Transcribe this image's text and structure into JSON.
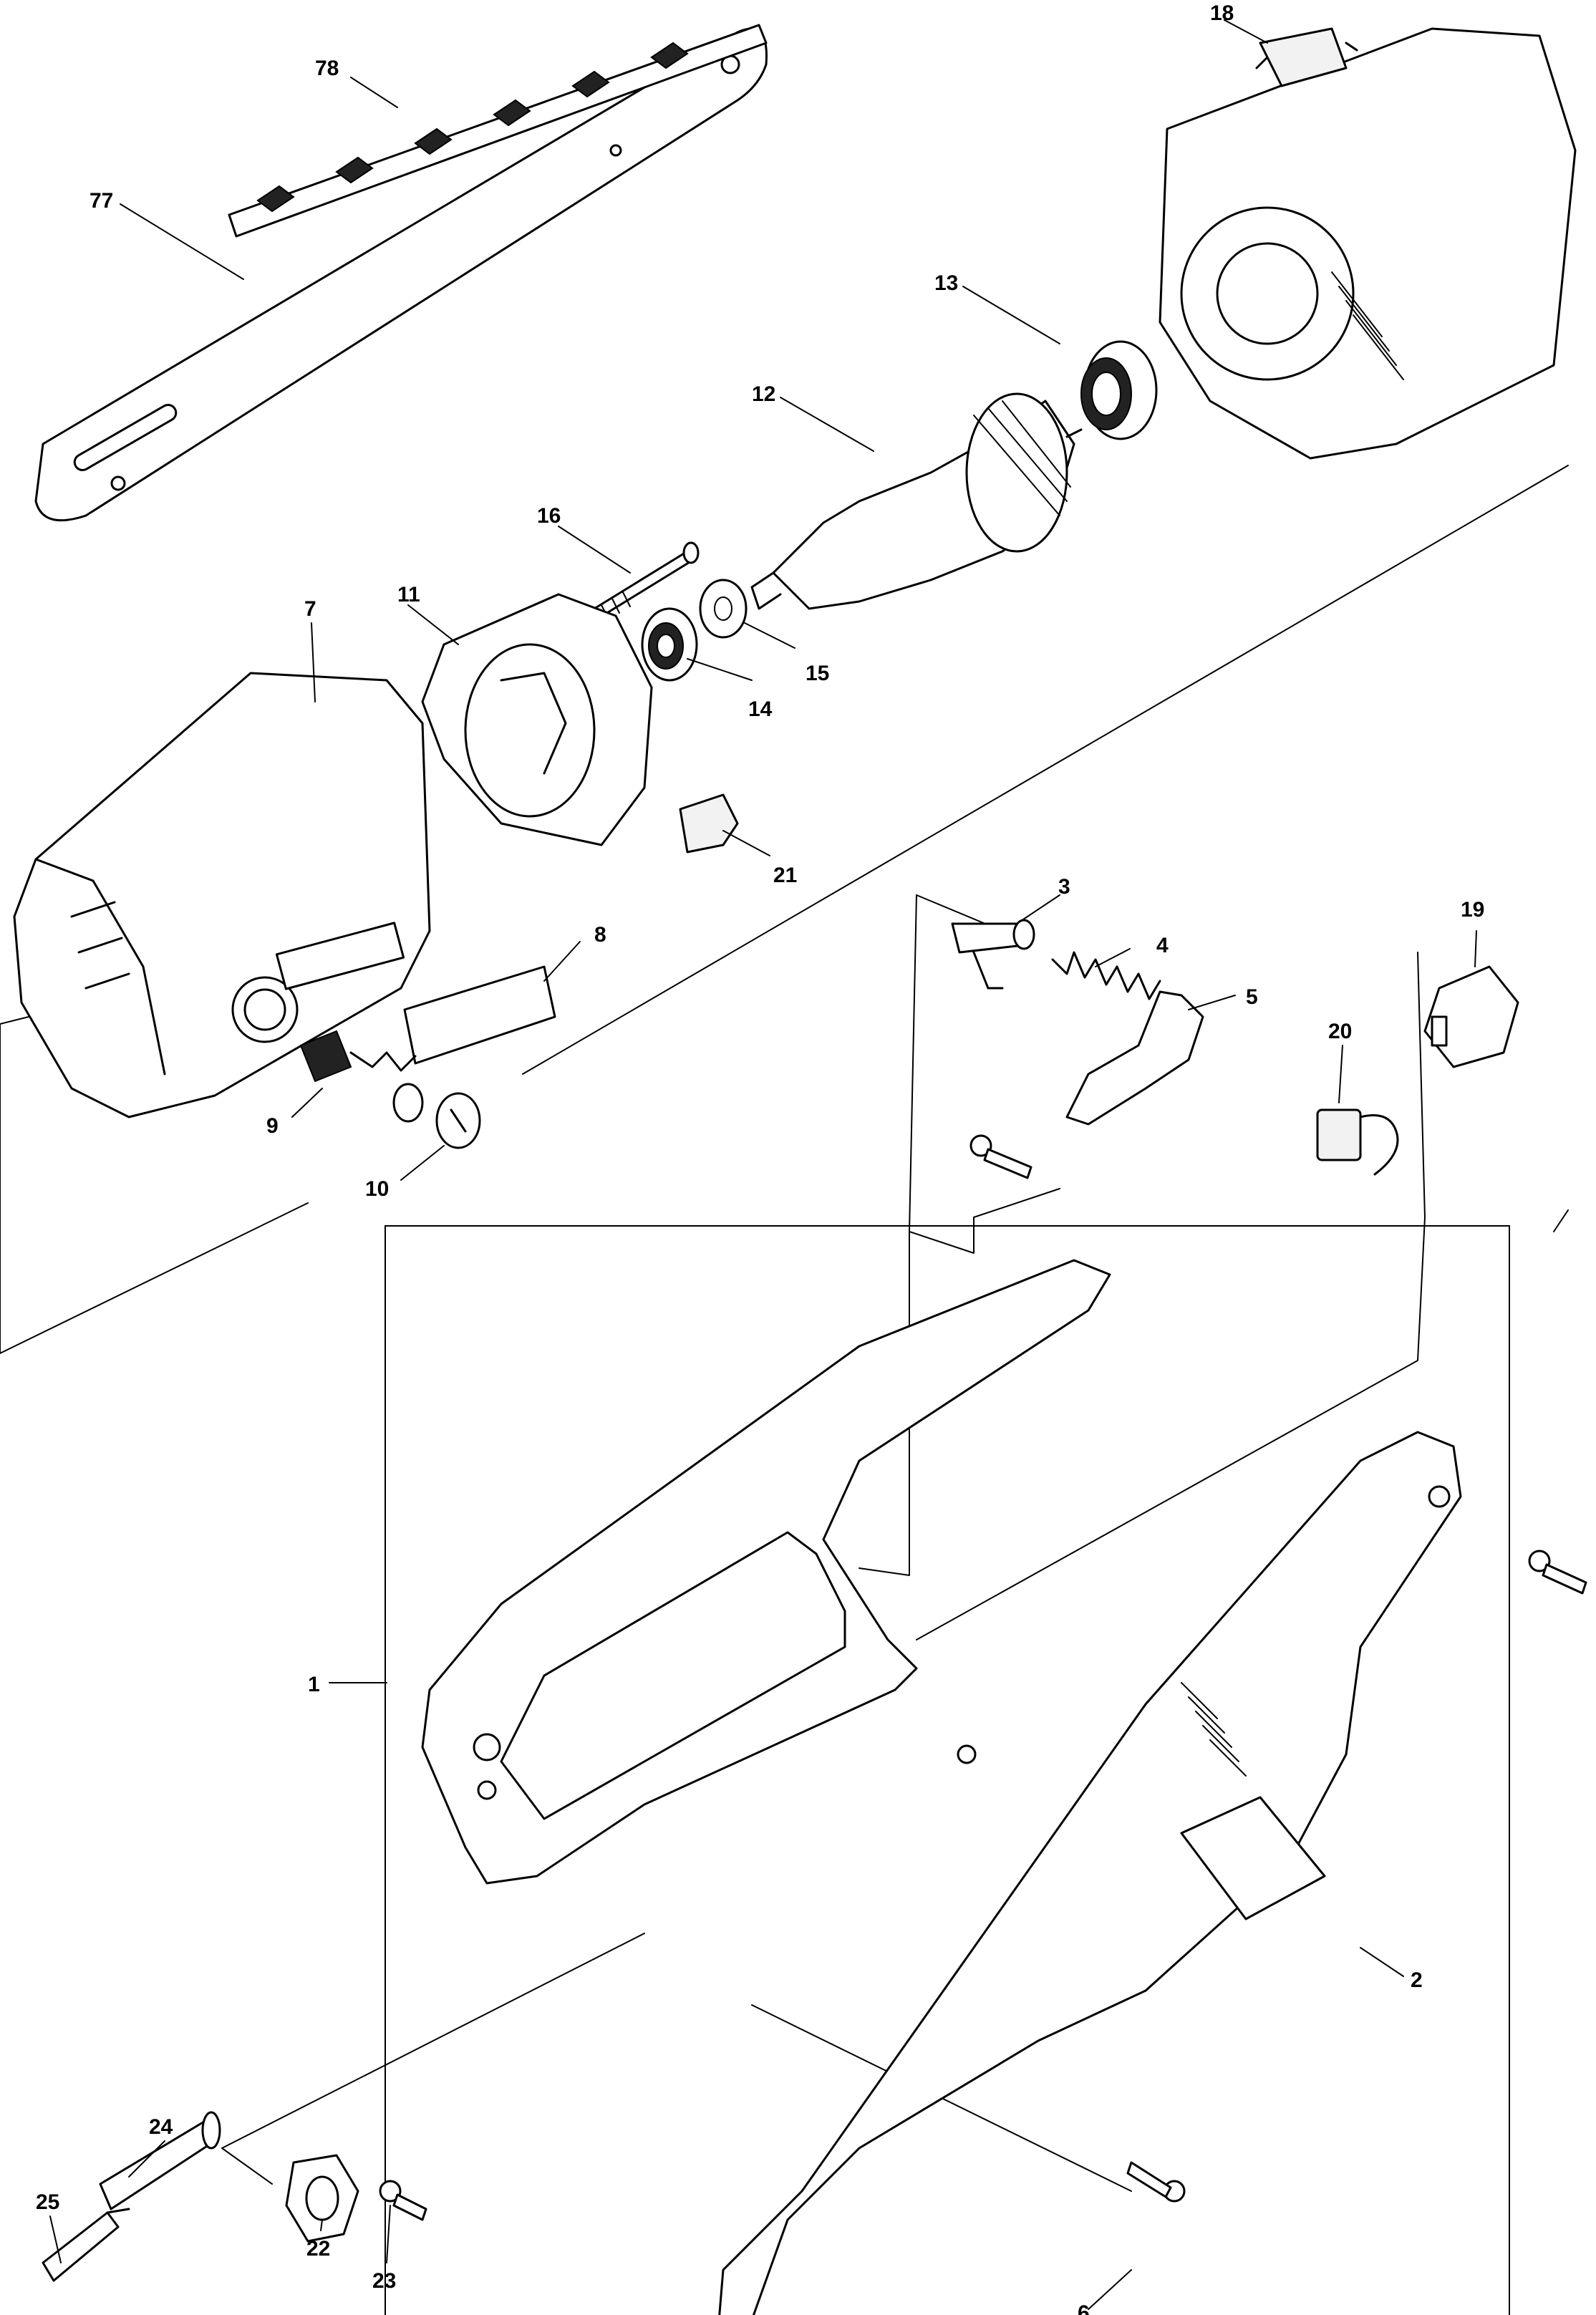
{
  "callouts": [
    {
      "id": "78",
      "text": "78"
    },
    {
      "id": "77",
      "text": "77"
    },
    {
      "id": "18",
      "text": "18"
    },
    {
      "id": "13",
      "text": "13"
    },
    {
      "id": "12",
      "text": "12"
    },
    {
      "id": "16",
      "text": "16"
    },
    {
      "id": "11",
      "text": "11"
    },
    {
      "id": "7",
      "text": "7"
    },
    {
      "id": "15",
      "text": "15"
    },
    {
      "id": "14",
      "text": "14"
    },
    {
      "id": "21",
      "text": "21"
    },
    {
      "id": "3",
      "text": "3"
    },
    {
      "id": "8",
      "text": "8"
    },
    {
      "id": "4",
      "text": "4"
    },
    {
      "id": "19",
      "text": "19"
    },
    {
      "id": "5",
      "text": "5"
    },
    {
      "id": "20",
      "text": "20"
    },
    {
      "id": "9",
      "text": "9"
    },
    {
      "id": "10",
      "text": "10"
    },
    {
      "id": "1",
      "text": "1"
    },
    {
      "id": "2",
      "text": "2"
    },
    {
      "id": "24",
      "text": "24"
    },
    {
      "id": "25",
      "text": "25"
    },
    {
      "id": "22",
      "text": "22"
    },
    {
      "id": "23",
      "text": "23"
    },
    {
      "id": "6",
      "text": "6"
    }
  ]
}
